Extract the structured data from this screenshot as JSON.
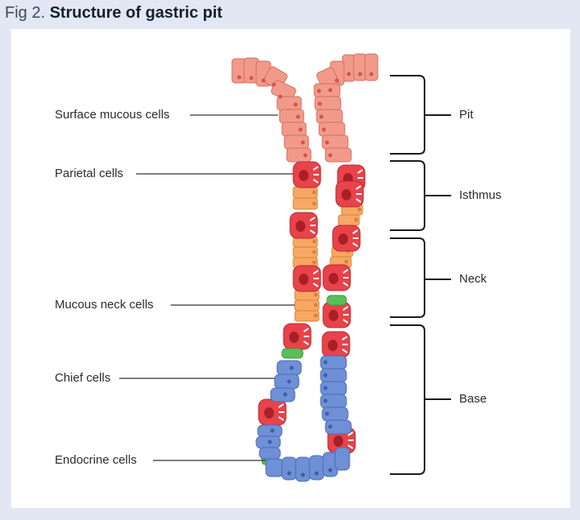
{
  "figure": {
    "number": "Fig 2.",
    "title": "Structure of gastric pit"
  },
  "cell_labels": [
    "Surface mucous cells",
    "Parietal cells",
    "Mucous neck cells",
    "Chief cells",
    "Endocrine cells"
  ],
  "region_labels": [
    "Pit",
    "Isthmus",
    "Neck",
    "Base"
  ],
  "colors": {
    "surface_mucous": "#f19a8a",
    "parietal": "#e8434a",
    "mucous_neck": "#f8a863",
    "chief": "#6f8fd6",
    "endocrine": "#5cbd5a",
    "background": "#e3e7f3"
  }
}
